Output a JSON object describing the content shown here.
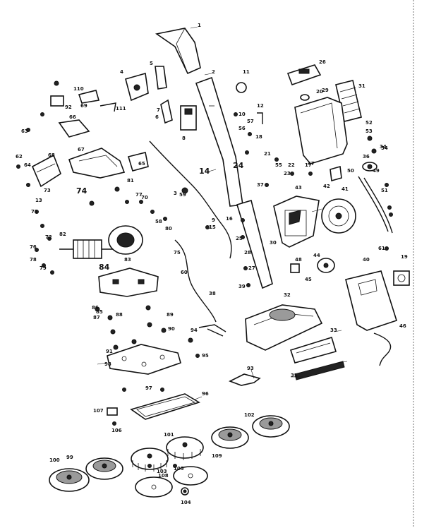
{
  "diagram": {
    "part_labels": [
      {
        "id": "p1",
        "text": "1"
      },
      {
        "id": "p2",
        "text": "2"
      },
      {
        "id": "p3",
        "text": "3"
      },
      {
        "id": "p4",
        "text": "4"
      },
      {
        "id": "p5",
        "text": "5"
      },
      {
        "id": "p6",
        "text": "6"
      },
      {
        "id": "p7",
        "text": "7"
      },
      {
        "id": "p8",
        "text": "8"
      },
      {
        "id": "p9",
        "text": "9"
      },
      {
        "id": "p10",
        "text": "10"
      },
      {
        "id": "p11",
        "text": "11"
      },
      {
        "id": "p12",
        "text": "12"
      },
      {
        "id": "p13",
        "text": "13"
      },
      {
        "id": "p14",
        "text": "14"
      },
      {
        "id": "p15",
        "text": "15"
      },
      {
        "id": "p16",
        "text": "16"
      },
      {
        "id": "p17",
        "text": "17"
      },
      {
        "id": "p18",
        "text": "18"
      },
      {
        "id": "p19",
        "text": "19"
      },
      {
        "id": "p20",
        "text": "20"
      },
      {
        "id": "p21",
        "text": "21"
      },
      {
        "id": "p22",
        "text": "22"
      },
      {
        "id": "p23",
        "text": "23"
      },
      {
        "id": "p24",
        "text": "24"
      },
      {
        "id": "p25",
        "text": "25"
      },
      {
        "id": "p26",
        "text": "26"
      },
      {
        "id": "p27",
        "text": "27"
      },
      {
        "id": "p28",
        "text": "28"
      },
      {
        "id": "p29",
        "text": "29"
      },
      {
        "id": "p30",
        "text": "30"
      },
      {
        "id": "p31",
        "text": "31"
      },
      {
        "id": "p32",
        "text": "32"
      },
      {
        "id": "p33",
        "text": "33"
      },
      {
        "id": "p34",
        "text": "34"
      },
      {
        "id": "p35",
        "text": "35"
      },
      {
        "id": "p36",
        "text": "36"
      },
      {
        "id": "p37",
        "text": "37"
      },
      {
        "id": "p38",
        "text": "38"
      },
      {
        "id": "p39",
        "text": "39"
      },
      {
        "id": "p40",
        "text": "40"
      },
      {
        "id": "p41",
        "text": "41"
      },
      {
        "id": "p42",
        "text": "42"
      },
      {
        "id": "p43",
        "text": "43"
      },
      {
        "id": "p44",
        "text": "44"
      },
      {
        "id": "p45",
        "text": "45"
      },
      {
        "id": "p46",
        "text": "46"
      },
      {
        "id": "p47",
        "text": "47"
      },
      {
        "id": "p48",
        "text": "48"
      },
      {
        "id": "p49",
        "text": "49"
      },
      {
        "id": "p50",
        "text": "50"
      },
      {
        "id": "p51",
        "text": "51"
      },
      {
        "id": "p52",
        "text": "52"
      },
      {
        "id": "p53",
        "text": "53"
      },
      {
        "id": "p54",
        "text": "54"
      },
      {
        "id": "p55",
        "text": "55"
      },
      {
        "id": "p56",
        "text": "56"
      },
      {
        "id": "p57",
        "text": "57"
      },
      {
        "id": "p58",
        "text": "58"
      },
      {
        "id": "p59",
        "text": "59"
      },
      {
        "id": "p60",
        "text": "60"
      },
      {
        "id": "p61",
        "text": "61"
      },
      {
        "id": "p62",
        "text": "62"
      },
      {
        "id": "p63",
        "text": "63"
      },
      {
        "id": "p64",
        "text": "64"
      },
      {
        "id": "p65",
        "text": "65"
      },
      {
        "id": "p66",
        "text": "66"
      },
      {
        "id": "p67",
        "text": "67"
      },
      {
        "id": "p68",
        "text": "68"
      },
      {
        "id": "p69",
        "text": "69"
      },
      {
        "id": "p70",
        "text": "70"
      },
      {
        "id": "p71",
        "text": "71"
      },
      {
        "id": "p72",
        "text": "72"
      },
      {
        "id": "p73",
        "text": "73"
      },
      {
        "id": "p74",
        "text": "74"
      },
      {
        "id": "p75",
        "text": "75"
      },
      {
        "id": "p76",
        "text": "76"
      },
      {
        "id": "p77",
        "text": "77"
      },
      {
        "id": "p78",
        "text": "78"
      },
      {
        "id": "p79",
        "text": "79"
      },
      {
        "id": "p80",
        "text": "80"
      },
      {
        "id": "p81",
        "text": "81"
      },
      {
        "id": "p82",
        "text": "82"
      },
      {
        "id": "p83",
        "text": "83"
      },
      {
        "id": "p84",
        "text": "84"
      },
      {
        "id": "p85",
        "text": "85"
      },
      {
        "id": "p86",
        "text": "86"
      },
      {
        "id": "p87",
        "text": "87"
      },
      {
        "id": "p88",
        "text": "88"
      },
      {
        "id": "p89",
        "text": "89"
      },
      {
        "id": "p90",
        "text": "90"
      },
      {
        "id": "p91",
        "text": "91"
      },
      {
        "id": "p92",
        "text": "92"
      },
      {
        "id": "p93",
        "text": "93"
      },
      {
        "id": "p94",
        "text": "94"
      },
      {
        "id": "p95",
        "text": "95"
      },
      {
        "id": "p96",
        "text": "96"
      },
      {
        "id": "p97",
        "text": "97"
      },
      {
        "id": "p98",
        "text": "98"
      },
      {
        "id": "p99",
        "text": "99"
      },
      {
        "id": "p100",
        "text": "100"
      },
      {
        "id": "p101",
        "text": "101"
      },
      {
        "id": "p102",
        "text": "102"
      },
      {
        "id": "p103",
        "text": "103"
      },
      {
        "id": "p104",
        "text": "104"
      },
      {
        "id": "p105",
        "text": "105"
      },
      {
        "id": "p106",
        "text": "106"
      },
      {
        "id": "p107",
        "text": "107"
      },
      {
        "id": "p108",
        "text": "108"
      },
      {
        "id": "p109",
        "text": "109"
      },
      {
        "id": "p110",
        "text": "110"
      },
      {
        "id": "p111",
        "text": "111"
      }
    ]
  }
}
